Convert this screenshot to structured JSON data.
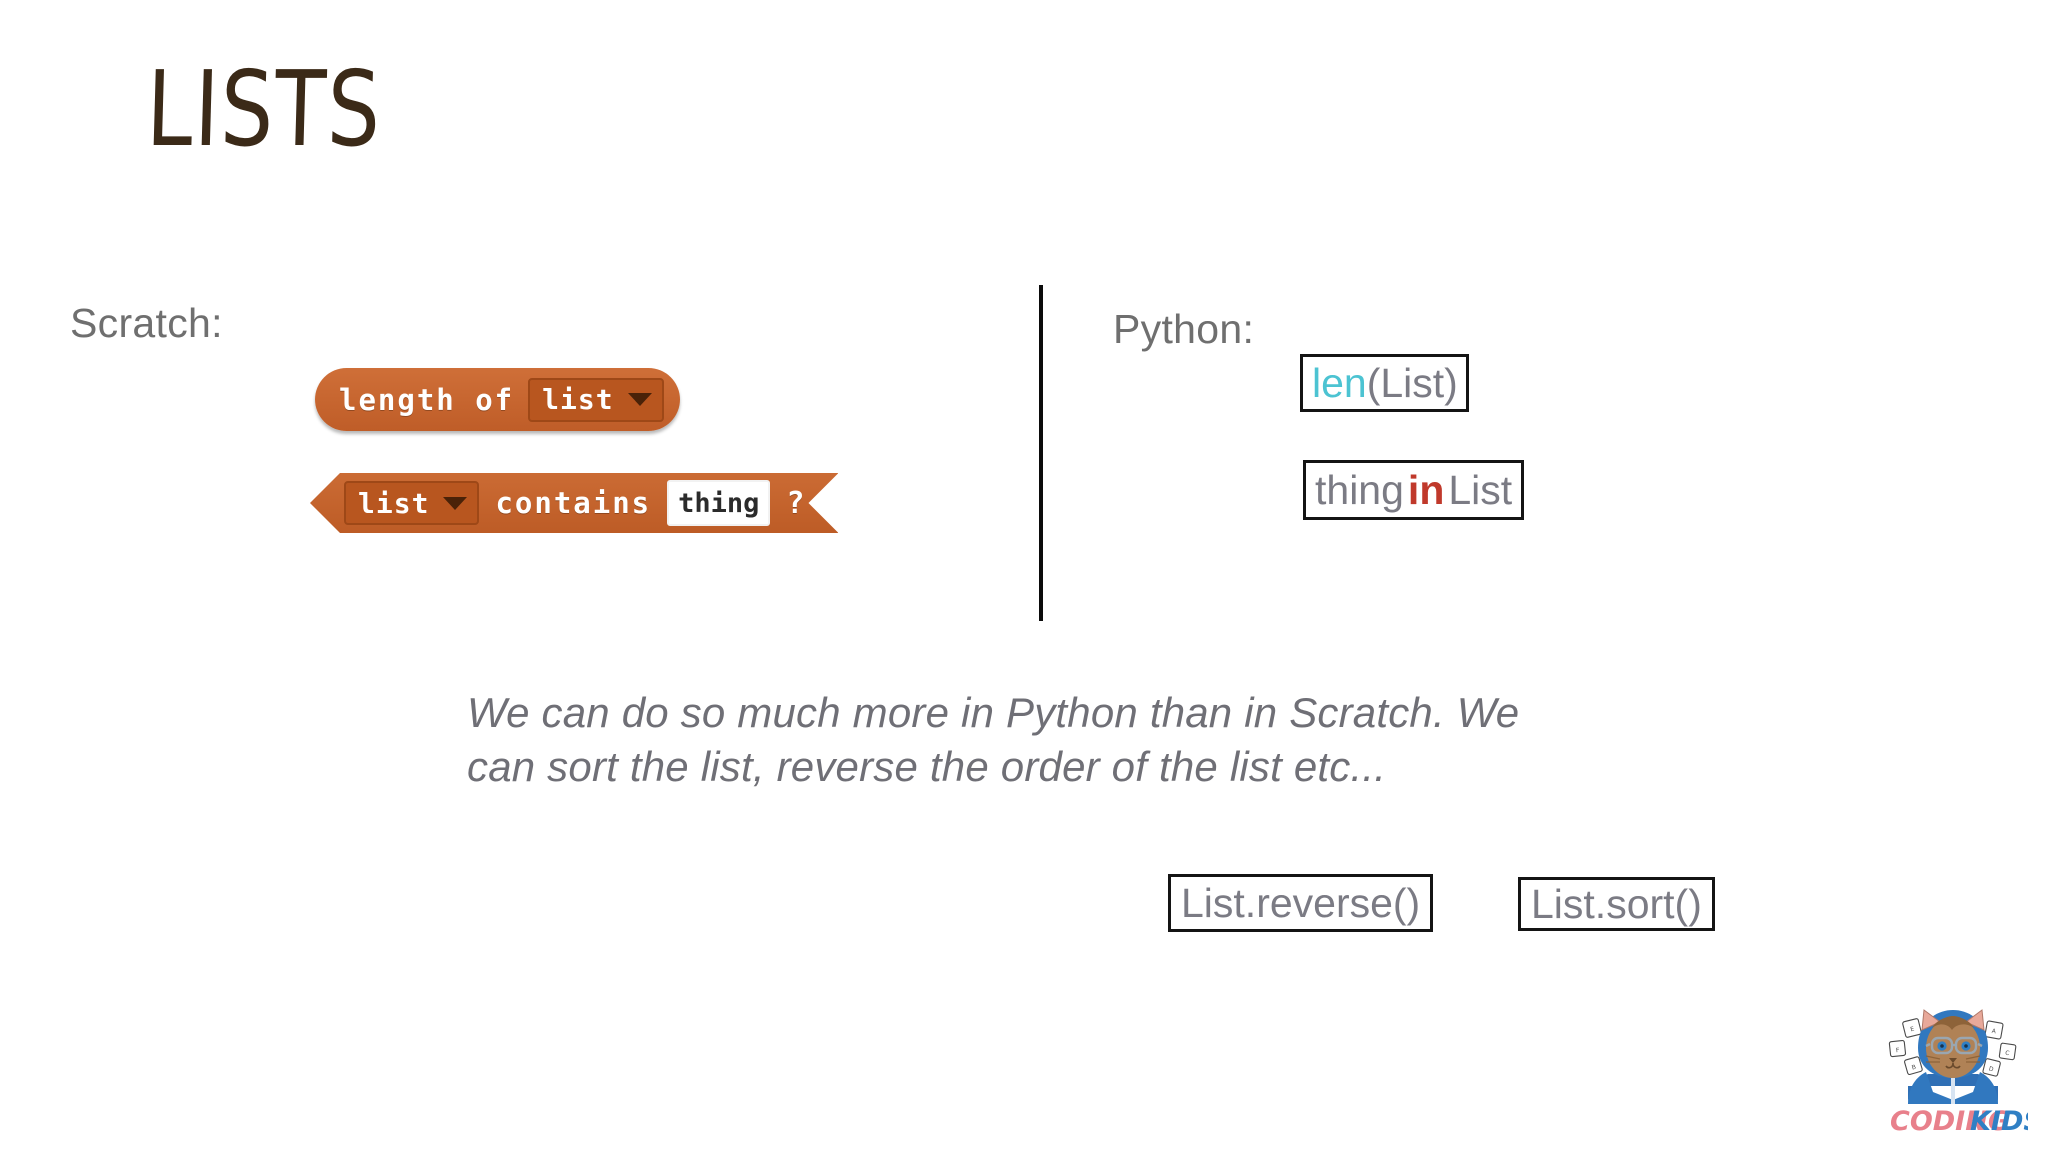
{
  "slide": {
    "title": "LISTS",
    "background_color": "#ffffff",
    "title_color": "#3b2a18"
  },
  "scratch": {
    "label": "Scratch:",
    "accent_color": "#c4652f",
    "blocks": [
      {
        "shape": "reporter",
        "text": "length  of",
        "dropdown_value": "list",
        "dropdown_icon": "chevron-down-icon"
      },
      {
        "shape": "boolean",
        "dropdown_value": "list",
        "dropdown_icon": "chevron-down-icon",
        "text": "contains",
        "input_value": "thing",
        "suffix": "?"
      }
    ]
  },
  "python": {
    "label": "Python:",
    "snippets": [
      {
        "name": "len-of-list",
        "tokens": [
          {
            "text": "len",
            "role": "function",
            "color": "#4cc3d2"
          },
          {
            "text": "(List)",
            "role": "plain",
            "color": "#7b7b84"
          }
        ]
      },
      {
        "name": "thing-in-list",
        "tokens": [
          {
            "text": "thing",
            "role": "plain",
            "color": "#7b7b84"
          },
          {
            "text": "in",
            "role": "keyword",
            "color": "#c0392b"
          },
          {
            "text": "List",
            "role": "plain",
            "color": "#7b7b84"
          }
        ]
      }
    ],
    "methods": [
      {
        "name": "list-reverse",
        "text": "List.reverse()"
      },
      {
        "name": "list-sort",
        "text": "List.sort()"
      }
    ]
  },
  "note": {
    "text": "We can do so much more in Python than in Scratch. We can sort the list, reverse the order of the list etc..."
  },
  "logo": {
    "name": "codingkids-logo",
    "word_one": "CODING",
    "word_two": "KIDS",
    "word_one_color": "#e8808b",
    "word_two_color": "#2f7fc4",
    "keycaps": [
      "E",
      "A",
      "F",
      "C",
      "B",
      "D"
    ]
  }
}
